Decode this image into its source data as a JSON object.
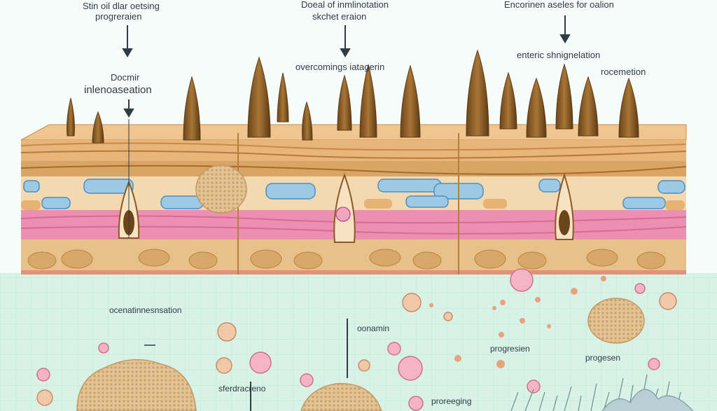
{
  "labels": {
    "top_left_line1": "Stin oil dlar oetsing",
    "top_left_line2": "progreraien",
    "top_mid_line1": "Doeal of inmlinotation",
    "top_mid_line2": "skchet eraion",
    "top_right": "Encorinen aseles for oalion",
    "dermal_line1": "Docmir",
    "dermal_line2": "inlenoaseation",
    "overcomings": "overcomings iatagerin",
    "enteric": "enteric shnignelation",
    "rocemetion": "rocemetion",
    "ocenatin": "ocenatinnesnsation",
    "oonamin": "oonamin",
    "progresien": "progresien",
    "progosen": "progesen",
    "sferdracreno": "sferdracreno",
    "proreeging": "proreeging"
  },
  "colors": {
    "background": "#f6fcfa",
    "grid_area": "#d9f2e7",
    "epidermis": "#e8b67a",
    "dermis_pink": "#ec8fb0",
    "nerve_blue": "#7bb8d8",
    "hair_brown": "#8a5a26",
    "cell_tan": "#e3c293"
  }
}
